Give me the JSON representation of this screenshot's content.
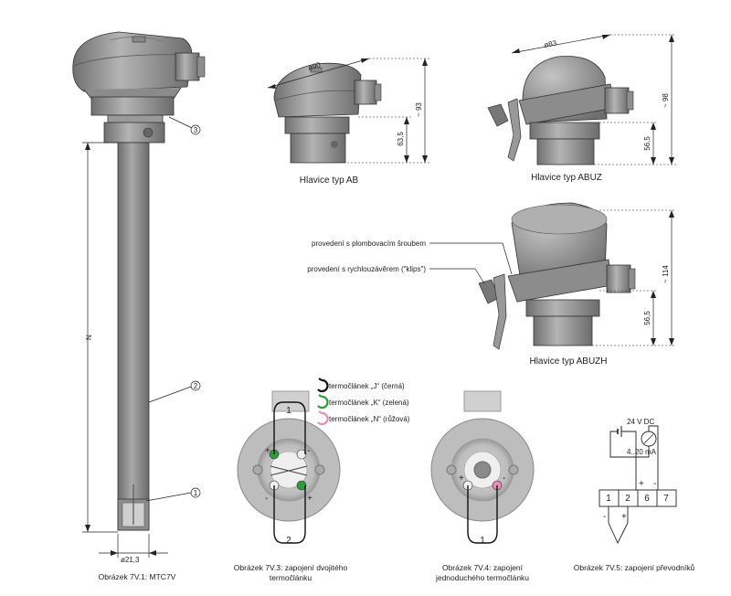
{
  "probe": {
    "dim_n": "N",
    "dim_diameter": "ø21,3",
    "callouts": [
      "3",
      "2",
      "1"
    ],
    "caption": "Obrázek 7V.1: MTC7V"
  },
  "head_ab": {
    "dia": "ø90",
    "h1": "63,5",
    "h2": "~ 93",
    "title": "Hlavice typ AB"
  },
  "head_abuz": {
    "dia": "ø83",
    "h1": "56,5",
    "h2": "~ 98",
    "title": "Hlavice typ ABUZ"
  },
  "head_abuzh": {
    "h1": "56,5",
    "h2": "~ 114",
    "title": "Hlavice typ ABUZH",
    "label_plomba": "provedení s plombovacím šroubem",
    "label_klips": "provedení s rychlouzávěrem (\"klips\")"
  },
  "legend": [
    {
      "text": "termočlánek „J“ (černá)",
      "color": "#111111"
    },
    {
      "text": "termočlánek „K“ (zelená)",
      "color": "#2e9a3c"
    },
    {
      "text": "termočlánek „N“ (růžová)",
      "color": "#e98cb6"
    }
  ],
  "wiring_dual": {
    "top_num": "1",
    "bottom_num": "2",
    "signs": [
      "+",
      "-",
      "+",
      "-"
    ],
    "caption_l1": "Obrázek 7V.3: zapojení dvojitého",
    "caption_l2": "termočlánku"
  },
  "wiring_single": {
    "bottom_num": "1",
    "signs": [
      "+",
      "-"
    ],
    "caption_l1": "Obrázek 7V.4: zapojení",
    "caption_l2": "jednoduchého termočlánku"
  },
  "transmitter": {
    "supply": "24 V DC",
    "current": "4..20 mA",
    "terminals": [
      "1",
      "2",
      "6",
      "7"
    ],
    "plus": "+",
    "minus": "-",
    "in_minus": "-",
    "in_plus": "+",
    "caption": "Obrázek 7V.5: zapojení převodníků"
  }
}
